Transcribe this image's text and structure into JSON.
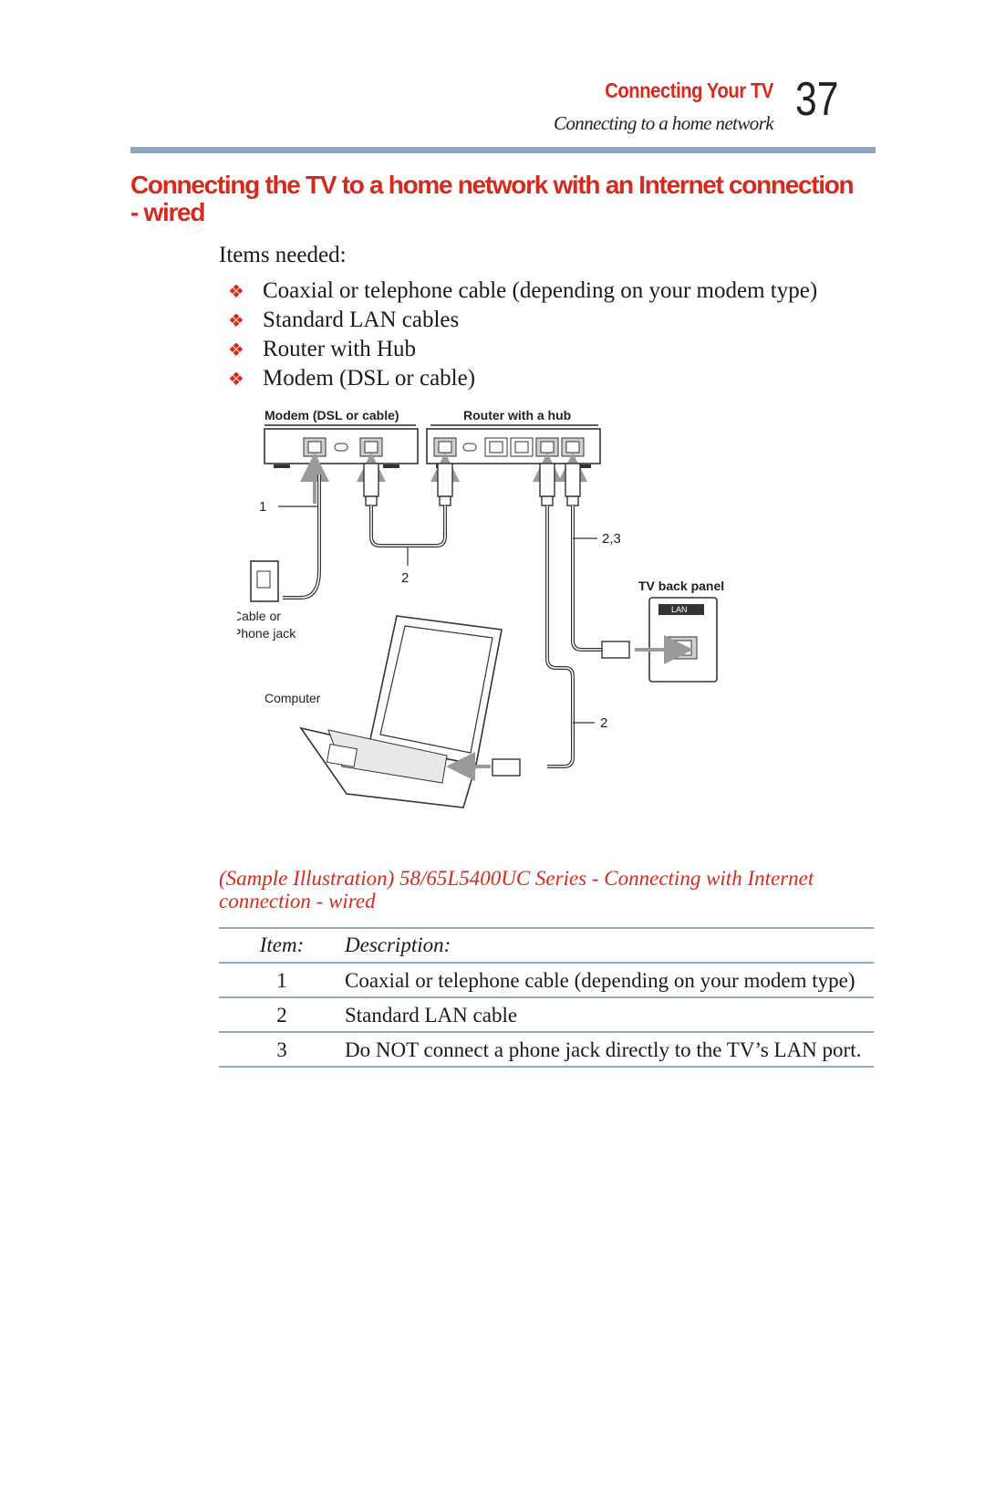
{
  "header": {
    "chapter": "Connecting Your TV",
    "section": "Connecting to a home network",
    "page_number": "37"
  },
  "title": "Connecting the TV to a home network with an Internet connection - wired",
  "intro": "Items needed:",
  "items": [
    "Coaxial or telephone cable (depending on your modem type)",
    "Standard LAN cables",
    "Router with Hub",
    "Modem (DSL or cable)"
  ],
  "diagram": {
    "modem_label": "Modem (DSL or cable)",
    "router_label": "Router with a hub",
    "callout_1": "1",
    "callout_2a": "2",
    "callout_23": "2,3",
    "callout_2b": "2",
    "jack_label_line1": "Cable or",
    "jack_label_line2": "Phone jack",
    "computer_label": "Computer",
    "tv_panel_label": "TV back panel",
    "lan_label": "LAN"
  },
  "caption": "(Sample Illustration) 58/65L5400UC Series - Connecting with Internet connection - wired",
  "table": {
    "headers": [
      "Item:",
      "Description:"
    ],
    "rows": [
      {
        "item": "1",
        "description": "Coaxial or telephone cable (depending on your modem type)"
      },
      {
        "item": "2",
        "description": "Standard LAN cable"
      },
      {
        "item": "3",
        "description": "Do NOT connect a phone jack directly to the TV’s LAN port."
      }
    ]
  },
  "colors": {
    "accent": "#d52b1e",
    "rule": "#8fa7bd"
  },
  "icons": {
    "bullet": "diamond-bullet-icon"
  }
}
